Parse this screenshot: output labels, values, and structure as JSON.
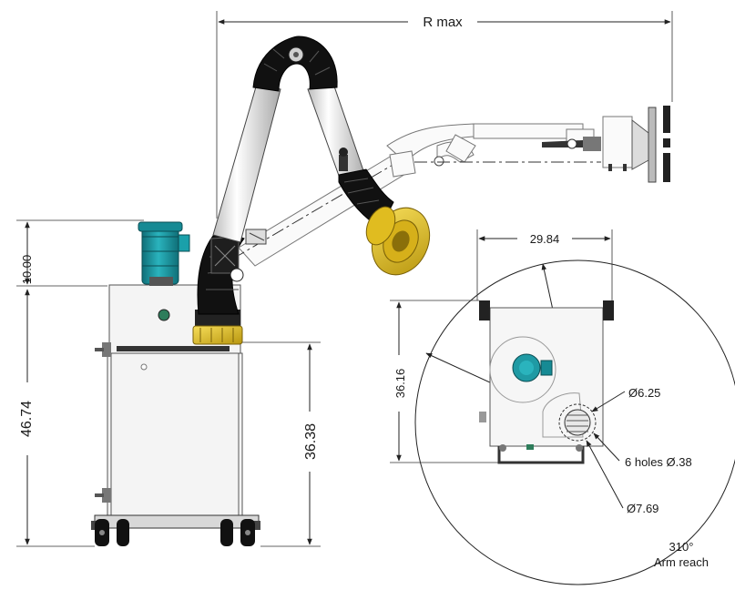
{
  "dimensions": {
    "r_max": "R max",
    "d_10": "10.00",
    "d_46_74": "46.74",
    "d_36_38": "36.38",
    "d_29_84": "29.84",
    "d_36_16": "36.16",
    "dia_6_25": "Ø6.25",
    "holes": "6 holes  Ø.38",
    "dia_7_69": "Ø7.69",
    "angle": "310°",
    "arm_reach": "Arm reach"
  },
  "colors": {
    "motor": "#1f9aa4",
    "hood": "#e8c21c",
    "hose": "#111111",
    "tube": "#e9e9e9"
  }
}
